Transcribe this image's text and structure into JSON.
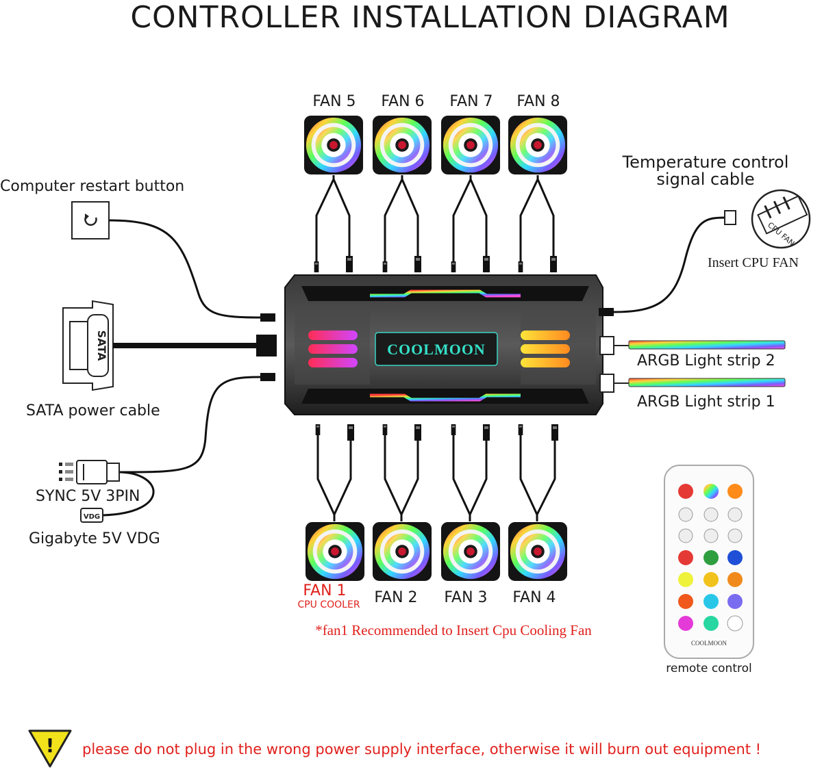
{
  "title": "CONTROLLER INSTALLATION DIAGRAM",
  "fans_top": [
    {
      "label": "FAN 5"
    },
    {
      "label": "FAN 6"
    },
    {
      "label": "FAN 7"
    },
    {
      "label": "FAN 8"
    }
  ],
  "fans_bottom": [
    {
      "label": "FAN 1",
      "sublabel": "CPU COOLER",
      "highlight": true
    },
    {
      "label": "FAN 2"
    },
    {
      "label": "FAN 3"
    },
    {
      "label": "FAN 4"
    }
  ],
  "left": {
    "restart": "Computer restart button",
    "sata_plug": "SATA",
    "sata": "SATA power cable",
    "sync": "SYNC 5V 3PIN",
    "vdg_plug": "VDG",
    "vdg": "Gigabyte 5V VDG"
  },
  "right": {
    "temp_line1": "Temperature control",
    "temp_line2": "signal cable",
    "cpu_fan_chip": "CPU FAN",
    "insert_cpu": "Insert CPU FAN",
    "strip2": "ARGB Light strip 2",
    "strip1": "ARGB Light strip 1"
  },
  "hub": {
    "brand": "COOLMOON"
  },
  "note": "*fan1 Recommended to Insert  Cpu Cooling Fan",
  "remote": {
    "brand": "COOLMOON",
    "caption": "remote control"
  },
  "warning": {
    "symbol": "!",
    "text": "please do not plug in the wrong power supply interface, otherwise it will burn out equipment !"
  },
  "colors": {
    "warning_text": "#e0201c",
    "warning_triangle": "#f2e21c",
    "hub_body": "#2b2b2b",
    "brand_text": "#35e0c8"
  }
}
